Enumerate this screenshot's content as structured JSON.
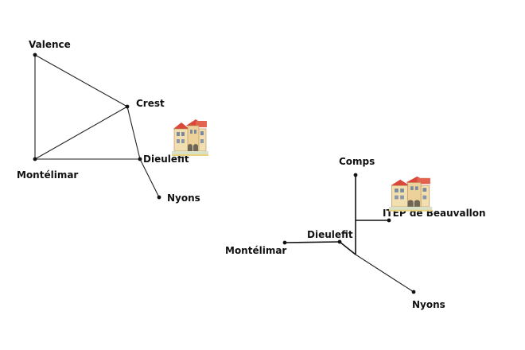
{
  "maps": {
    "overview": {
      "towns": {
        "valence": "Valence",
        "crest": "Crest",
        "montelimar": "Montélimar",
        "dieulefit": "Dieulefit",
        "nyons": "Nyons"
      },
      "pictogram": "school-building-icon"
    },
    "detail": {
      "towns": {
        "comps": "Comps",
        "itep": "ITEP de Beauvallon",
        "dieulefit": "Dieulefit",
        "montelimar": "Montélimar",
        "nyons": "Nyons"
      },
      "pictogram": "school-building-icon"
    }
  },
  "colors": {
    "background": "#ffffff",
    "lines": "#222222",
    "text": "#111111",
    "building_roof": "#d9483b",
    "building_wall": "#f2dfb0"
  }
}
